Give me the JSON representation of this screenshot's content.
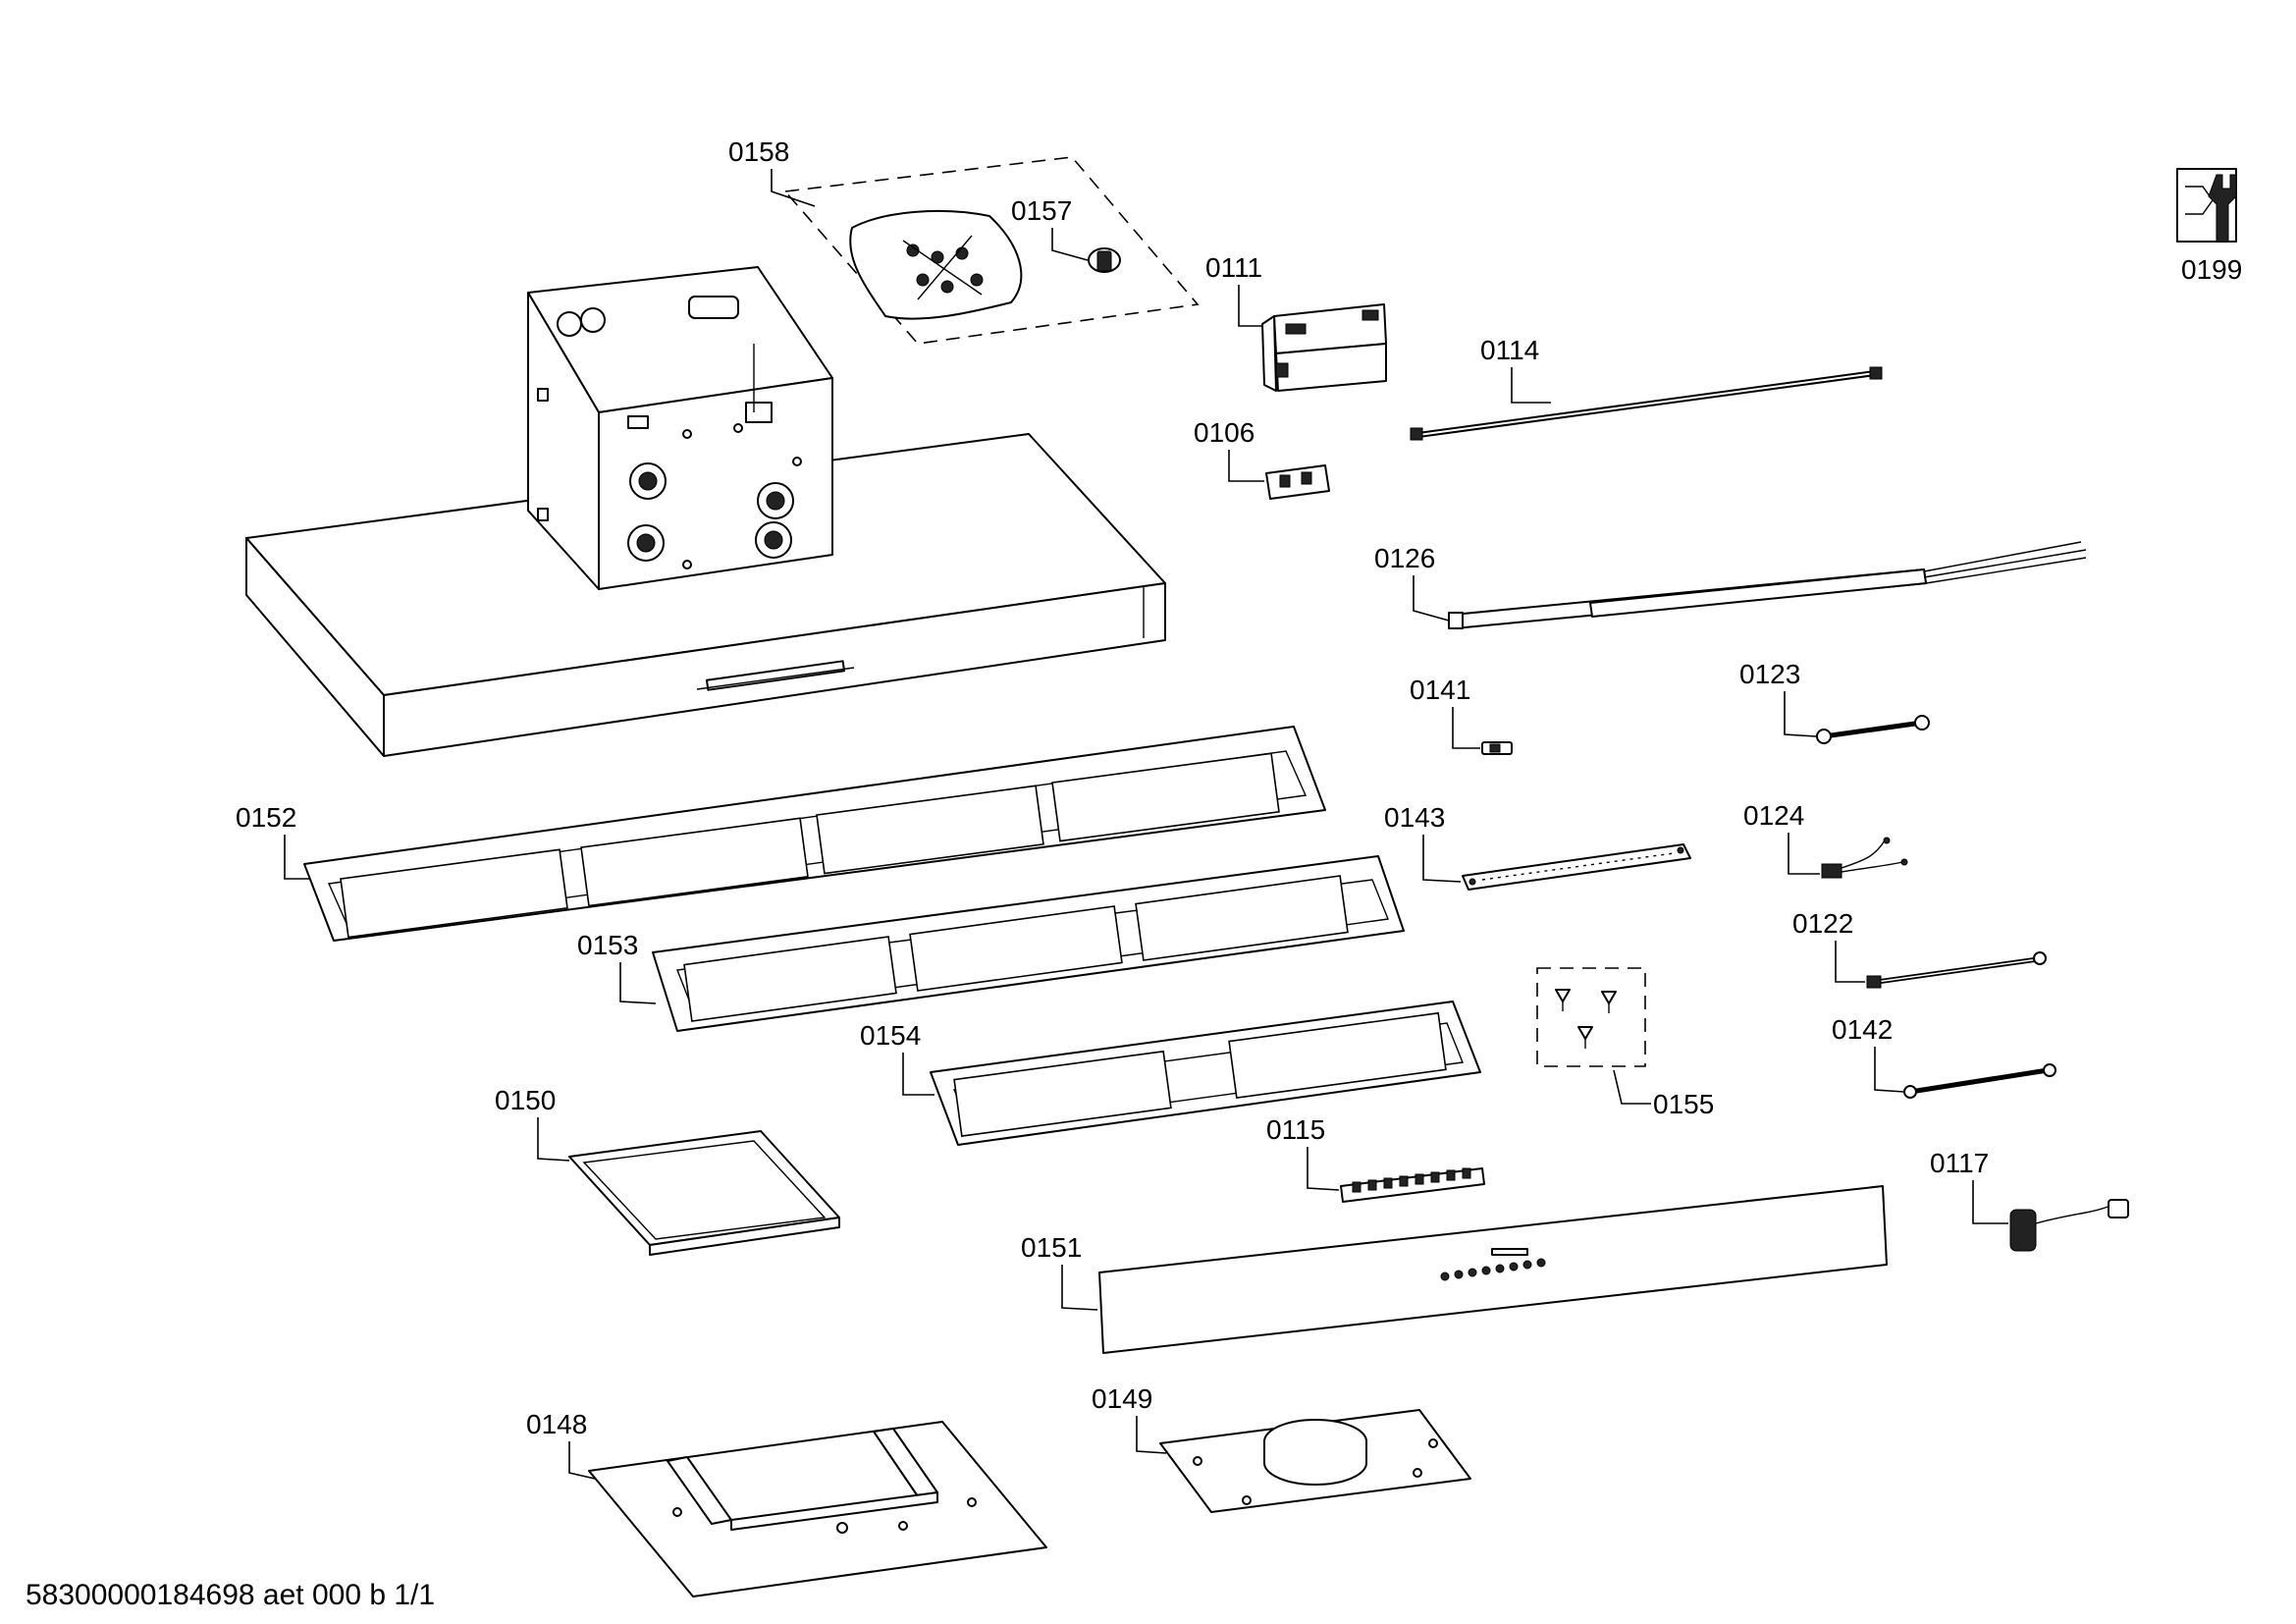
{
  "parts": [
    {
      "id": "0158",
      "label": "0158"
    },
    {
      "id": "0157",
      "label": "0157"
    },
    {
      "id": "0111",
      "label": "0111"
    },
    {
      "id": "0114",
      "label": "0114"
    },
    {
      "id": "0106",
      "label": "0106"
    },
    {
      "id": "0126",
      "label": "0126"
    },
    {
      "id": "0141",
      "label": "0141"
    },
    {
      "id": "0123",
      "label": "0123"
    },
    {
      "id": "0152",
      "label": "0152"
    },
    {
      "id": "0143",
      "label": "0143"
    },
    {
      "id": "0124",
      "label": "0124"
    },
    {
      "id": "0153",
      "label": "0153"
    },
    {
      "id": "0122",
      "label": "0122"
    },
    {
      "id": "0154",
      "label": "0154"
    },
    {
      "id": "0142",
      "label": "0142"
    },
    {
      "id": "0155",
      "label": "0155"
    },
    {
      "id": "0150",
      "label": "0150"
    },
    {
      "id": "0115",
      "label": "0115"
    },
    {
      "id": "0117",
      "label": "0117"
    },
    {
      "id": "0151",
      "label": "0151"
    },
    {
      "id": "0148",
      "label": "0148"
    },
    {
      "id": "0149",
      "label": "0149"
    },
    {
      "id": "0199",
      "label": "0199"
    }
  ],
  "footer": {
    "document_id": "58300000184698 aet 000 b 1/1"
  },
  "icons": {
    "service_icon": "wrench-icon"
  }
}
